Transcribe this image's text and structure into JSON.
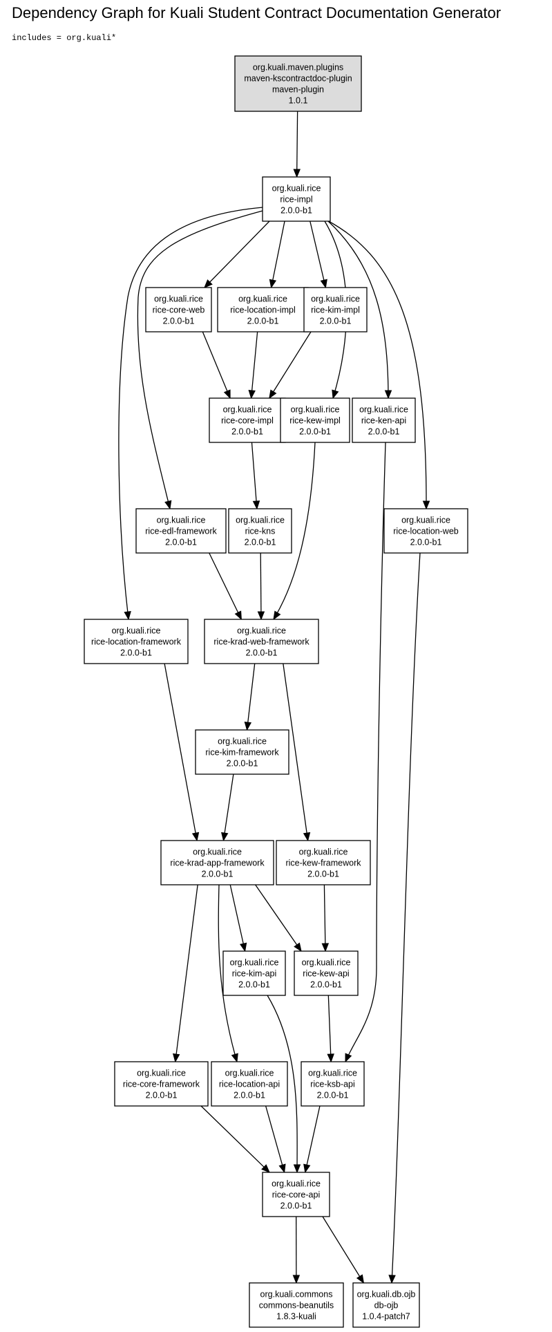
{
  "title": "Dependency Graph for Kuali Student Contract Documentation Generator",
  "subtitle": "includes = org.kuali*",
  "nodes": [
    {
      "id": "root",
      "lines": [
        "org.kuali.maven.plugins",
        "maven-kscontractdoc-plugin",
        "maven-plugin",
        "1.0.1"
      ],
      "style": "root"
    },
    {
      "id": "rice-impl",
      "lines": [
        "org.kuali.rice",
        "rice-impl",
        "2.0.0-b1"
      ]
    },
    {
      "id": "rice-core-web",
      "lines": [
        "org.kuali.rice",
        "rice-core-web",
        "2.0.0-b1"
      ]
    },
    {
      "id": "rice-location-impl",
      "lines": [
        "org.kuali.rice",
        "rice-location-impl",
        "2.0.0-b1"
      ]
    },
    {
      "id": "rice-kim-impl",
      "lines": [
        "org.kuali.rice",
        "rice-kim-impl",
        "2.0.0-b1"
      ]
    },
    {
      "id": "rice-core-impl",
      "lines": [
        "org.kuali.rice",
        "rice-core-impl",
        "2.0.0-b1"
      ]
    },
    {
      "id": "rice-kew-impl",
      "lines": [
        "org.kuali.rice",
        "rice-kew-impl",
        "2.0.0-b1"
      ]
    },
    {
      "id": "rice-ken-api",
      "lines": [
        "org.kuali.rice",
        "rice-ken-api",
        "2.0.0-b1"
      ]
    },
    {
      "id": "rice-edl-framework",
      "lines": [
        "org.kuali.rice",
        "rice-edl-framework",
        "2.0.0-b1"
      ]
    },
    {
      "id": "rice-kns",
      "lines": [
        "org.kuali.rice",
        "rice-kns",
        "2.0.0-b1"
      ]
    },
    {
      "id": "rice-location-web",
      "lines": [
        "org.kuali.rice",
        "rice-location-web",
        "2.0.0-b1"
      ]
    },
    {
      "id": "rice-location-framework",
      "lines": [
        "org.kuali.rice",
        "rice-location-framework",
        "2.0.0-b1"
      ]
    },
    {
      "id": "rice-krad-web-framework",
      "lines": [
        "org.kuali.rice",
        "rice-krad-web-framework",
        "2.0.0-b1"
      ]
    },
    {
      "id": "rice-kim-framework",
      "lines": [
        "org.kuali.rice",
        "rice-kim-framework",
        "2.0.0-b1"
      ]
    },
    {
      "id": "rice-krad-app-framework",
      "lines": [
        "org.kuali.rice",
        "rice-krad-app-framework",
        "2.0.0-b1"
      ]
    },
    {
      "id": "rice-kew-framework",
      "lines": [
        "org.kuali.rice",
        "rice-kew-framework",
        "2.0.0-b1"
      ]
    },
    {
      "id": "rice-kim-api",
      "lines": [
        "org.kuali.rice",
        "rice-kim-api",
        "2.0.0-b1"
      ]
    },
    {
      "id": "rice-kew-api",
      "lines": [
        "org.kuali.rice",
        "rice-kew-api",
        "2.0.0-b1"
      ]
    },
    {
      "id": "rice-core-framework",
      "lines": [
        "org.kuali.rice",
        "rice-core-framework",
        "2.0.0-b1"
      ]
    },
    {
      "id": "rice-location-api",
      "lines": [
        "org.kuali.rice",
        "rice-location-api",
        "2.0.0-b1"
      ]
    },
    {
      "id": "rice-ksb-api",
      "lines": [
        "org.kuali.rice",
        "rice-ksb-api",
        "2.0.0-b1"
      ]
    },
    {
      "id": "rice-core-api",
      "lines": [
        "org.kuali.rice",
        "rice-core-api",
        "2.0.0-b1"
      ]
    },
    {
      "id": "commons-beanutils",
      "lines": [
        "org.kuali.commons",
        "commons-beanutils",
        "1.8.3-kuali"
      ]
    },
    {
      "id": "db-ojb",
      "lines": [
        "org.kuali.db.ojb",
        "db-ojb",
        "1.0.4-patch7"
      ]
    }
  ],
  "edges": [
    {
      "from": "root",
      "to": "rice-impl"
    },
    {
      "from": "rice-impl",
      "to": "rice-core-web"
    },
    {
      "from": "rice-impl",
      "to": "rice-location-impl"
    },
    {
      "from": "rice-impl",
      "to": "rice-kim-impl"
    },
    {
      "from": "rice-impl",
      "to": "rice-kew-impl"
    },
    {
      "from": "rice-impl",
      "to": "rice-ken-api"
    },
    {
      "from": "rice-impl",
      "to": "rice-location-web"
    },
    {
      "from": "rice-impl",
      "to": "rice-edl-framework"
    },
    {
      "from": "rice-impl",
      "to": "rice-location-framework"
    },
    {
      "from": "rice-core-web",
      "to": "rice-core-impl"
    },
    {
      "from": "rice-location-impl",
      "to": "rice-core-impl"
    },
    {
      "from": "rice-kim-impl",
      "to": "rice-core-impl"
    },
    {
      "from": "rice-core-impl",
      "to": "rice-kns"
    },
    {
      "from": "rice-kew-impl",
      "to": "rice-krad-web-framework"
    },
    {
      "from": "rice-ken-api",
      "to": "rice-ksb-api"
    },
    {
      "from": "rice-edl-framework",
      "to": "rice-krad-web-framework"
    },
    {
      "from": "rice-kns",
      "to": "rice-krad-web-framework"
    },
    {
      "from": "rice-location-web",
      "to": "db-ojb"
    },
    {
      "from": "rice-location-framework",
      "to": "rice-krad-app-framework"
    },
    {
      "from": "rice-krad-web-framework",
      "to": "rice-kim-framework"
    },
    {
      "from": "rice-krad-web-framework",
      "to": "rice-kew-framework"
    },
    {
      "from": "rice-kim-framework",
      "to": "rice-krad-app-framework"
    },
    {
      "from": "rice-krad-app-framework",
      "to": "rice-kim-api"
    },
    {
      "from": "rice-krad-app-framework",
      "to": "rice-kew-api"
    },
    {
      "from": "rice-krad-app-framework",
      "to": "rice-core-framework"
    },
    {
      "from": "rice-krad-app-framework",
      "to": "rice-location-api"
    },
    {
      "from": "rice-kew-framework",
      "to": "rice-kew-api"
    },
    {
      "from": "rice-kim-api",
      "to": "rice-core-api"
    },
    {
      "from": "rice-kew-api",
      "to": "rice-ksb-api"
    },
    {
      "from": "rice-core-framework",
      "to": "rice-core-api"
    },
    {
      "from": "rice-location-api",
      "to": "rice-core-api"
    },
    {
      "from": "rice-ksb-api",
      "to": "rice-core-api"
    },
    {
      "from": "rice-core-api",
      "to": "commons-beanutils"
    },
    {
      "from": "rice-core-api",
      "to": "db-ojb"
    }
  ]
}
